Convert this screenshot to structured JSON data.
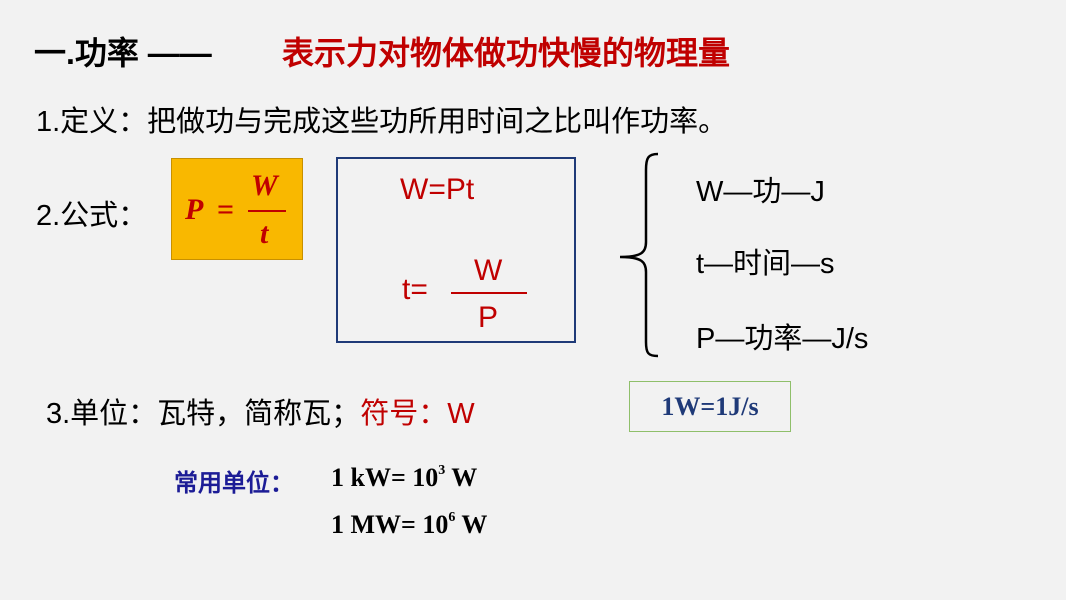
{
  "title": {
    "prefix": "一.功率 ——",
    "highlight": "表示力对物体做功快慢的物理量"
  },
  "definition": "1.定义：把做功与完成这些功所用时间之比叫作功率。",
  "formula": {
    "label": "2.公式：",
    "lhs": "P",
    "eq": "=",
    "numerator": "W",
    "denominator": "t"
  },
  "derived": {
    "line1": "W=Pt",
    "t_lhs": "t=",
    "numerator": "W",
    "denominator": "P"
  },
  "legend": {
    "w": "W—功—J",
    "t": "t—时间—s",
    "p": "P—功率—J/s"
  },
  "units": {
    "text": "3.单位：瓦特，简称瓦；",
    "symbol": "符号：W",
    "box": "1W=1J/s"
  },
  "common_units": {
    "label": "常用单位：",
    "kw_prefix": "1 kW= 10",
    "kw_exp": "3",
    "kw_suffix": " W",
    "mw_prefix": "1 MW= 10",
    "mw_exp": "6",
    "mw_suffix": " W"
  },
  "colors": {
    "accent_red": "#c00000",
    "navy": "#1f3a78",
    "formula_bg": "#f9b800"
  }
}
